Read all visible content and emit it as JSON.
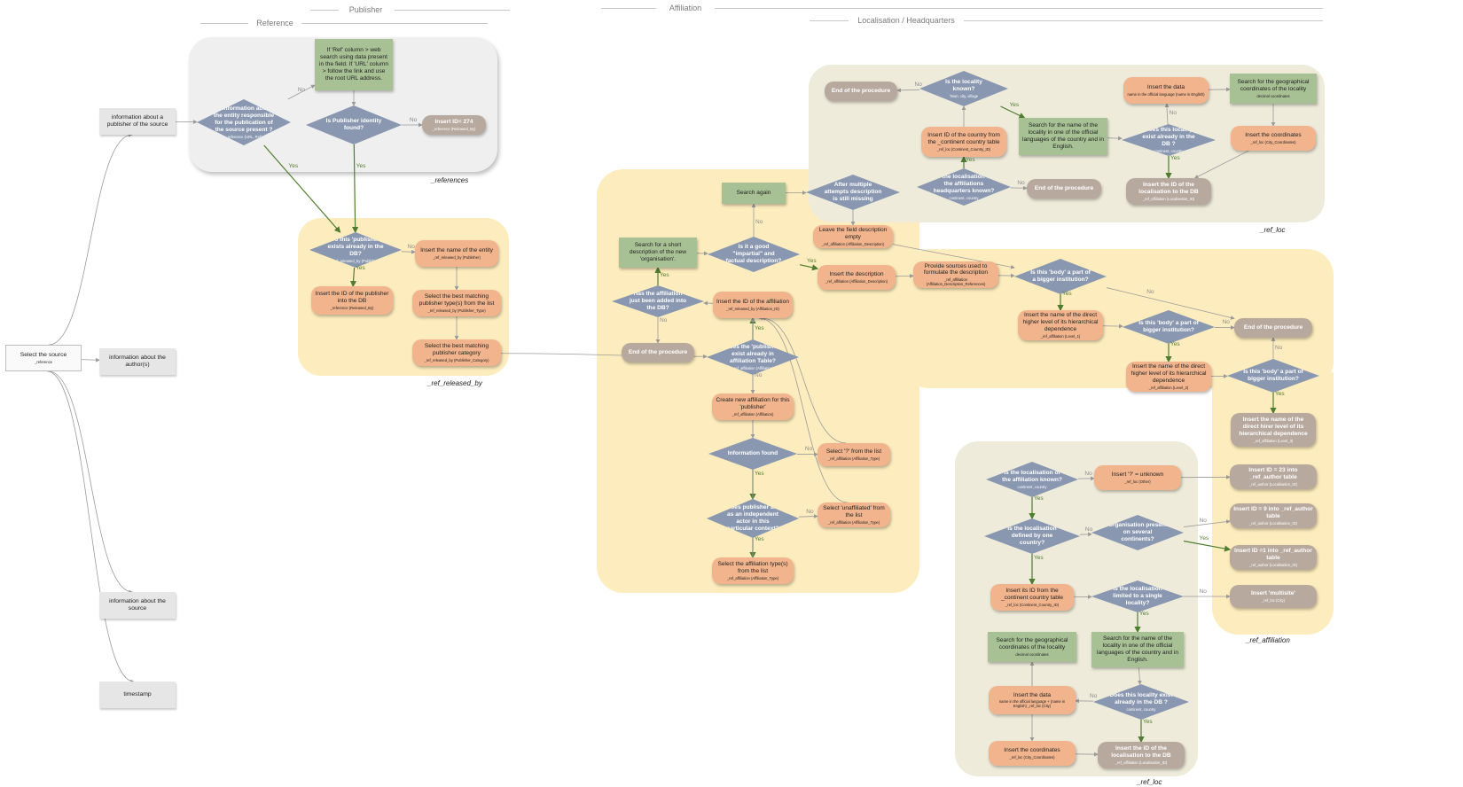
{
  "headers": {
    "publisher": "Publisher",
    "reference": "Reference",
    "affiliation": "Affiliation",
    "localisation": "Localisation  /  Headquarters"
  },
  "region_labels": {
    "references": "_references",
    "ref_released_by": "_ref_released_by",
    "ref_loc_top": "_ref_loc",
    "ref_affiliation": "_ref_affiliation",
    "ref_loc_bottom": "_ref_loc"
  },
  "nodes": [
    {
      "id": "select-source",
      "shape": "white",
      "main": "Select the source",
      "sub": "_reference"
    },
    {
      "id": "info-publisher",
      "shape": "greybox",
      "main": "information about a publisher of the source",
      "sub": ""
    },
    {
      "id": "info-author",
      "shape": "greybox",
      "main": "information about the author(s)",
      "sub": ""
    },
    {
      "id": "info-source",
      "shape": "greybox",
      "main": "information about the source",
      "sub": ""
    },
    {
      "id": "timestamp",
      "shape": "greybox",
      "main": "timestamp",
      "sub": ""
    },
    {
      "id": "q-entity-info",
      "shape": "diamond",
      "main": "Is information about the entity responsible for the publication of the source present ?",
      "sub": "_reference (URL, Ref)"
    },
    {
      "id": "web-search",
      "shape": "green",
      "main": "If 'Ref' column > web search using data present in the field. If 'URL' column > follow the link and use the root URL address.",
      "sub": ""
    },
    {
      "id": "q-publisher-found",
      "shape": "diamond",
      "main": "Is Publisher identity found?",
      "sub": ""
    },
    {
      "id": "insert-274",
      "shape": "taupe",
      "main": "Insert  ID= 274",
      "sub": "_reference (Released_By)"
    },
    {
      "id": "q-publisher-exists",
      "shape": "diamond",
      "main": "Do this 'publisher' exists already in the DB?",
      "sub": "_ref_released_by (Publisher)"
    },
    {
      "id": "insert-publisher-id",
      "shape": "orange",
      "main": "Insert the ID of the publisher into the DB",
      "sub": "_reference (Released_By)"
    },
    {
      "id": "insert-entity-name",
      "shape": "orange",
      "main": "Insert the name of the entity",
      "sub": "_ref_released_by (Publisher)"
    },
    {
      "id": "select-publisher-type",
      "shape": "orange",
      "main": "Select the best matching publisher type(s) from the list",
      "sub": "_ref_released_by (Publisher_Type)"
    },
    {
      "id": "select-publisher-category",
      "shape": "orange",
      "main": "Select the best matching publisher category",
      "sub": "_ref_released_by (Publisher_Category)"
    },
    {
      "id": "search-short-desc",
      "shape": "green",
      "main": "Search for a short description of the new 'organisation'.",
      "sub": ""
    },
    {
      "id": "search-again",
      "shape": "green",
      "main": "Search again",
      "sub": ""
    },
    {
      "id": "q-multiple-attempts",
      "shape": "diamond",
      "main": "After multiple attempts description is still missing",
      "sub": ""
    },
    {
      "id": "q-impartial",
      "shape": "diamond",
      "main": "Is it a good \"impartial\" and factual description?",
      "sub": ""
    },
    {
      "id": "leave-empty",
      "shape": "orange",
      "main": "Leave the field description empty",
      "sub": "_ref_affiliation (Affiliation_Description)"
    },
    {
      "id": "insert-description",
      "shape": "orange",
      "main": "Insert the description",
      "sub": "_ref_affiliation (Affiliation_Description)"
    },
    {
      "id": "q-just-added",
      "shape": "diamond",
      "main": "Has the affiliation just been added into the DB?",
      "sub": ""
    },
    {
      "id": "end-proc-aff",
      "shape": "taupe",
      "main": "End of the procedure",
      "sub": ""
    },
    {
      "id": "insert-aff-id",
      "shape": "orange",
      "main": "Insert the ID of the affiliation",
      "sub": "_ref_released_by (Affiliation_ID)"
    },
    {
      "id": "q-publisher-exist-aff",
      "shape": "diamond",
      "main": "Does the 'publisher' exist already in affiliation Table?",
      "sub": "_ref_affiliation (Affiliation)"
    },
    {
      "id": "create-new-aff",
      "shape": "orange",
      "main": "Create new affiliation for this 'publisher'",
      "sub": "_ref_affiliation (Affiliation)"
    },
    {
      "id": "q-info-found",
      "shape": "diamond",
      "main": "Information found",
      "sub": ""
    },
    {
      "id": "select-question",
      "shape": "orange",
      "main": "Select '?' from the list",
      "sub": "_ref_affiliation (Affiliation_Type)"
    },
    {
      "id": "q-independent",
      "shape": "diamond",
      "main": "Does publisher act as an independent actor in this particular context?",
      "sub": ""
    },
    {
      "id": "select-unaffiliated",
      "shape": "orange",
      "main": "Select 'unaffiliated' from the list",
      "sub": "_ref_affiliation (Affiliation_Type)"
    },
    {
      "id": "select-aff-type",
      "shape": "orange",
      "main": "Select the affiliation type(s) from the list",
      "sub": "_ref_affiliation (Affiliation_Type)"
    },
    {
      "id": "end-proc-top1",
      "shape": "taupe",
      "main": "End of the procedure",
      "sub": ""
    },
    {
      "id": "q-locality-known",
      "shape": "diamond",
      "main": "Is the locality known?",
      "sub": "Town, city, village"
    },
    {
      "id": "insert-data-top",
      "shape": "orange",
      "main": "Insert the data",
      "sub": "name in the official language (name in English)"
    },
    {
      "id": "search-geo-top",
      "shape": "green",
      "main": "Search for the geographical coordinates of the locality",
      "sub": "decimal coordinates"
    },
    {
      "id": "insert-country-id-top",
      "shape": "orange",
      "main": "Insert ID of the country from the _continent country table",
      "sub": "_ref_loc (Continent_Country_ID)"
    },
    {
      "id": "search-name-top",
      "shape": "green",
      "main": "Search for the name of the locality in one of the official languages of the country and in English.",
      "sub": ""
    },
    {
      "id": "q-locality-exist-top",
      "shape": "diamond",
      "main": "Does this locality exist already in the DB ?",
      "sub": "continent, country"
    },
    {
      "id": "insert-coords-top",
      "shape": "orange",
      "main": "Insert the coordinates",
      "sub": "_ref_loc (City_Coordinates)"
    },
    {
      "id": "q-hq-known",
      "shape": "diamond",
      "main": "Is the localisation of the affiliations headquarters known?",
      "sub": "continent, country"
    },
    {
      "id": "end-proc-top2",
      "shape": "taupe",
      "main": "End of the procedure",
      "sub": ""
    },
    {
      "id": "insert-loc-id-top",
      "shape": "taupe",
      "main": "Insert the ID of the localisation to the DB",
      "sub": "_ref_affiliation (Localisation_ID)"
    },
    {
      "id": "provide-sources",
      "shape": "orange",
      "main": "Provide sources used to formulate the description",
      "sub": "_ref_affiliation (Affiliation_Description_References)"
    },
    {
      "id": "q-body-part1",
      "shape": "diamond",
      "main": "Is this 'body' a part of a bigger institution?",
      "sub": ""
    },
    {
      "id": "insert-higher1",
      "shape": "orange",
      "main": "Insert the name of the direct higher level of its hierarchical dependence",
      "sub": "_ref_affiliation (Level_1)"
    },
    {
      "id": "q-body-part2",
      "shape": "diamond",
      "main": "Is this 'body' a part of bigger institution?",
      "sub": ""
    },
    {
      "id": "end-proc-right",
      "shape": "taupe",
      "main": "End of the procedure",
      "sub": ""
    },
    {
      "id": "insert-higher2",
      "shape": "orange",
      "main": "Insert the name of the direct higher level of its hierarchical dependence",
      "sub": "_ref_affiliation (Level_2)"
    },
    {
      "id": "q-body-part3",
      "shape": "diamond",
      "main": "Is this 'body' a part of bigger institution?",
      "sub": ""
    },
    {
      "id": "insert-higher3",
      "shape": "taupe",
      "main": "Insert the name of the direct hirer  level of its hierarchical dependence",
      "sub": "_ref_affiliation (Level_3)"
    },
    {
      "id": "q-loc-aff-known",
      "shape": "diamond",
      "main": "Is the localisation of the affiliation known?",
      "sub": "continent, country"
    },
    {
      "id": "insert-unknown",
      "shape": "orange",
      "main": "Insert '?'  = unknown",
      "sub": "_ref_loc (Other)"
    },
    {
      "id": "insert-23",
      "shape": "taupe",
      "main": "Insert  ID = 23 into _ref_author table",
      "sub": "_ref_author (Localisation_ID)"
    },
    {
      "id": "q-loc-one-country",
      "shape": "diamond",
      "main": "Is the localisation defined by one country?",
      "sub": ""
    },
    {
      "id": "q-several-continents",
      "shape": "diamond",
      "main": "Organisation present on several continents?",
      "sub": ""
    },
    {
      "id": "insert-9",
      "shape": "taupe",
      "main": "Insert  ID = 9 into _ref_author table",
      "sub": "_ref_author (Localisation_ID)"
    },
    {
      "id": "insert-1",
      "shape": "taupe",
      "main": "Insert  ID =1 into _ref_author table",
      "sub": "_ref_author (Localisation_ID)"
    },
    {
      "id": "insert-its-id",
      "shape": "orange",
      "main": "Insert its ID from the _continent country table",
      "sub": "_ref_loc (Continent_Country_ID)"
    },
    {
      "id": "q-single-locality",
      "shape": "diamond",
      "main": "Is the localisation limited to a single locality?",
      "sub": ""
    },
    {
      "id": "insert-multisite",
      "shape": "taupe",
      "main": "Insert 'multisite'",
      "sub": "_ref_loc (City)"
    },
    {
      "id": "search-geo-bot",
      "shape": "green",
      "main": "Search for the geographical coordinates of the locality",
      "sub": "decimal coordinates"
    },
    {
      "id": "search-name-bot",
      "shape": "green",
      "main": "Search for the name of the locality in one of  the official languages of the country and in English.",
      "sub": ""
    },
    {
      "id": "insert-data-bot",
      "shape": "orange",
      "main": "Insert the data",
      "sub": "name in the official language + (name in English) _ref_loc (City)"
    },
    {
      "id": "q-locality-exist-bot",
      "shape": "diamond",
      "main": "Does this locality exist already in the DB ?",
      "sub": "continent, country"
    },
    {
      "id": "insert-coords-bot",
      "shape": "orange",
      "main": "Insert the coordinates",
      "sub": "_ref_loc (City_Coordinates)"
    },
    {
      "id": "insert-loc-id-bot",
      "shape": "taupe",
      "main": "Insert the ID of the localisation to the DB",
      "sub": "_ref_affiliation (Localisation_ID)"
    }
  ],
  "edges": [
    {
      "from": "select-source",
      "to": "info-publisher"
    },
    {
      "from": "select-source",
      "to": "info-author"
    },
    {
      "from": "select-source",
      "to": "info-source"
    },
    {
      "from": "select-source",
      "to": "timestamp"
    },
    {
      "from": "info-publisher",
      "to": "q-entity-info"
    },
    {
      "from": "q-entity-info",
      "to": "web-search",
      "label": "No"
    },
    {
      "from": "q-entity-info",
      "to": "q-publisher-exists",
      "label": "Yes"
    },
    {
      "from": "web-search",
      "to": "q-publisher-found"
    },
    {
      "from": "q-publisher-found",
      "to": "insert-274",
      "label": "No"
    },
    {
      "from": "q-publisher-found",
      "to": "q-publisher-exists",
      "label": "Yes"
    },
    {
      "from": "q-publisher-exists",
      "to": "insert-entity-name",
      "label": "No"
    },
    {
      "from": "q-publisher-exists",
      "to": "insert-publisher-id",
      "label": "Yes"
    },
    {
      "from": "insert-entity-name",
      "to": "select-publisher-type"
    },
    {
      "from": "select-publisher-type",
      "to": "select-publisher-category"
    },
    {
      "from": "select-publisher-category",
      "to": "q-publisher-exist-aff"
    },
    {
      "from": "q-publisher-exist-aff",
      "to": "insert-aff-id",
      "label": "Yes"
    },
    {
      "from": "q-publisher-exist-aff",
      "to": "create-new-aff",
      "label": "No"
    },
    {
      "from": "create-new-aff",
      "to": "q-info-found"
    },
    {
      "from": "q-info-found",
      "to": "select-question",
      "label": "No"
    },
    {
      "from": "q-info-found",
      "to": "q-independent",
      "label": "Yes"
    },
    {
      "from": "q-independent",
      "to": "select-unaffiliated",
      "label": "No"
    },
    {
      "from": "q-independent",
      "to": "select-aff-type",
      "label": "Yes"
    },
    {
      "from": "select-aff-type",
      "to": "insert-aff-id"
    },
    {
      "from": "select-question",
      "to": "insert-aff-id"
    },
    {
      "from": "select-unaffiliated",
      "to": "insert-aff-id"
    },
    {
      "from": "insert-aff-id",
      "to": "q-just-added"
    },
    {
      "from": "q-just-added",
      "to": "end-proc-aff",
      "label": "No"
    },
    {
      "from": "q-just-added",
      "to": "search-short-desc",
      "label": "Yes"
    },
    {
      "from": "search-short-desc",
      "to": "q-impartial"
    },
    {
      "from": "q-impartial",
      "to": "search-again",
      "label": "No"
    },
    {
      "from": "search-again",
      "to": "q-multiple-attempts"
    },
    {
      "from": "q-multiple-attempts",
      "to": "leave-empty"
    },
    {
      "from": "q-impartial",
      "to": "insert-description",
      "label": "Yes"
    },
    {
      "from": "insert-description",
      "to": "provide-sources"
    },
    {
      "from": "leave-empty",
      "to": "q-body-part1"
    },
    {
      "from": "provide-sources",
      "to": "q-body-part1"
    },
    {
      "from": "q-body-part1",
      "to": "insert-higher1",
      "label": "Yes"
    },
    {
      "from": "q-body-part1",
      "to": "end-proc-right",
      "label": "No"
    },
    {
      "from": "insert-higher1",
      "to": "q-body-part2"
    },
    {
      "from": "q-body-part2",
      "to": "end-proc-right",
      "label": "No"
    },
    {
      "from": "q-body-part2",
      "to": "insert-higher2",
      "label": "Yes"
    },
    {
      "from": "insert-higher2",
      "to": "q-body-part3"
    },
    {
      "from": "q-body-part3",
      "to": "end-proc-right",
      "label": "No"
    },
    {
      "from": "q-body-part3",
      "to": "insert-higher3",
      "label": "Yes"
    },
    {
      "from": "q-hq-known",
      "to": "insert-country-id-top",
      "label": "Yes"
    },
    {
      "from": "q-hq-known",
      "to": "end-proc-top2",
      "label": "No"
    },
    {
      "from": "insert-country-id-top",
      "to": "q-locality-known"
    },
    {
      "from": "q-locality-known",
      "to": "end-proc-top1",
      "label": "No"
    },
    {
      "from": "q-locality-known",
      "to": "search-name-top",
      "label": "Yes"
    },
    {
      "from": "search-name-top",
      "to": "q-locality-exist-top"
    },
    {
      "from": "q-locality-exist-top",
      "to": "insert-data-top",
      "label": "No"
    },
    {
      "from": "q-locality-exist-top",
      "to": "insert-loc-id-top",
      "label": "Yes"
    },
    {
      "from": "insert-data-top",
      "to": "search-geo-top"
    },
    {
      "from": "search-geo-top",
      "to": "insert-coords-top"
    },
    {
      "from": "insert-coords-top",
      "to": "insert-loc-id-top"
    },
    {
      "from": "q-loc-aff-known",
      "to": "insert-unknown",
      "label": "No"
    },
    {
      "from": "insert-unknown",
      "to": "insert-23"
    },
    {
      "from": "q-loc-aff-known",
      "to": "q-loc-one-country",
      "label": "Yes"
    },
    {
      "from": "q-loc-one-country",
      "to": "q-several-continents",
      "label": "No"
    },
    {
      "from": "q-several-continents",
      "to": "insert-9",
      "label": "No"
    },
    {
      "from": "q-several-continents",
      "to": "insert-1",
      "label": "Yes"
    },
    {
      "from": "q-loc-one-country",
      "to": "insert-its-id",
      "label": "Yes"
    },
    {
      "from": "insert-its-id",
      "to": "q-single-locality"
    },
    {
      "from": "q-single-locality",
      "to": "insert-multisite",
      "label": "No"
    },
    {
      "from": "q-single-locality",
      "to": "search-name-bot",
      "label": "Yes"
    },
    {
      "from": "search-name-bot",
      "to": "q-locality-exist-bot"
    },
    {
      "from": "q-locality-exist-bot",
      "to": "insert-data-bot",
      "label": "No"
    },
    {
      "from": "q-locality-exist-bot",
      "to": "insert-loc-id-bot",
      "label": "Yes"
    },
    {
      "from": "insert-data-bot",
      "to": "search-geo-bot"
    },
    {
      "from": "search-geo-bot",
      "to": "insert-coords-bot"
    },
    {
      "from": "insert-coords-bot",
      "to": "insert-loc-id-bot"
    }
  ],
  "colors": {
    "diamond": "#8997b1",
    "orange": "#f1b48d",
    "green": "#a7c195",
    "taupe": "#b8a99f",
    "grey_region": "#efefef",
    "yellow_region": "#fdecbd",
    "beige_region": "#eeebda",
    "yes": "#4f7d2f",
    "arrow": "#9a9a9a"
  }
}
